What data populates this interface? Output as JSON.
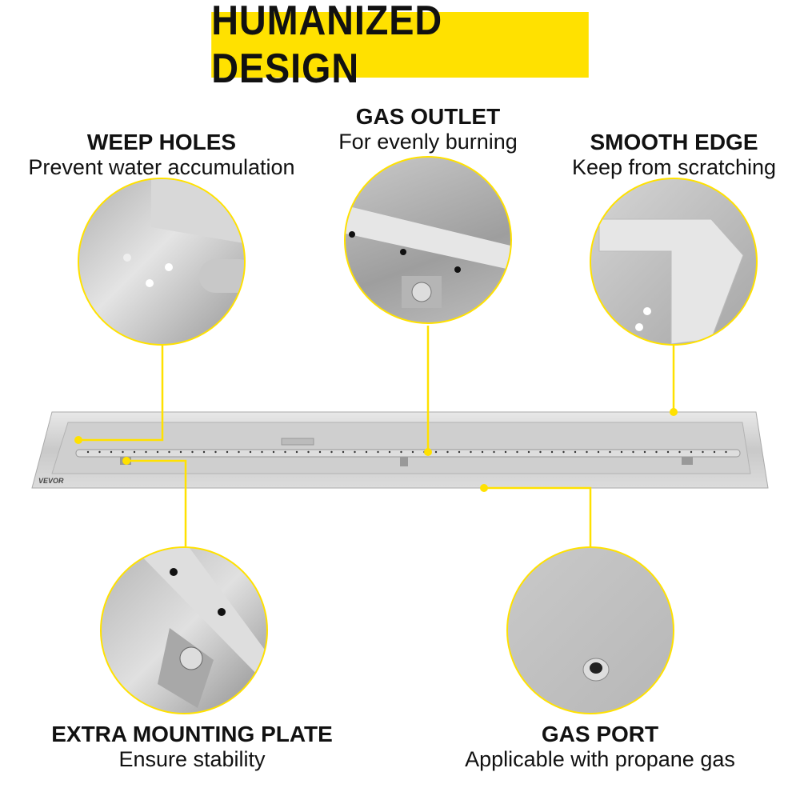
{
  "title": "HUMANIZED DESIGN",
  "brand": "VEVOR",
  "accent_color": "#FFE100",
  "features": [
    {
      "title": "WEEP HOLES",
      "subtitle": "Prevent water accumulation"
    },
    {
      "title": "GAS OUTLET",
      "subtitle": "For evenly burning"
    },
    {
      "title": "SMOOTH EDGE",
      "subtitle": "Keep from scratching"
    },
    {
      "title": "EXTRA MOUNTING PLATE",
      "subtitle": "Ensure stability"
    },
    {
      "title": "GAS PORT",
      "subtitle": "Applicable with propane gas"
    }
  ]
}
